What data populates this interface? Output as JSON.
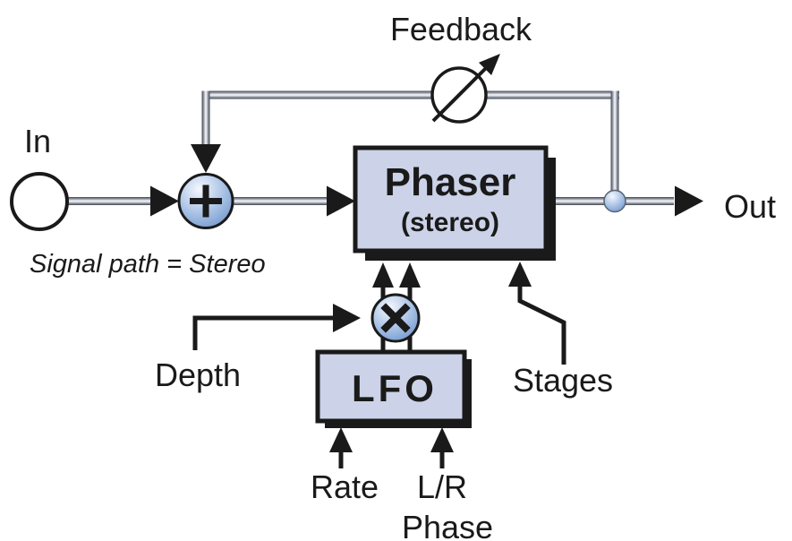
{
  "diagram": {
    "type": "signal-flow",
    "labels": {
      "feedback": "Feedback",
      "input": "In",
      "output": "Out",
      "signal_path_note": "Signal path = Stereo",
      "depth": "Depth",
      "stages": "Stages",
      "rate": "Rate",
      "lr": "L/R",
      "phase": "Phase"
    },
    "blocks": {
      "phaser": {
        "name": "Phaser",
        "mode": "(stereo)"
      },
      "lfo": {
        "name": "LFO"
      }
    },
    "nodes": {
      "sum_symbol": "+",
      "multiply_symbol": "×",
      "feedback_control": "variable-attenuator",
      "output_tap": "junction"
    },
    "colors": {
      "background": "#ffffff",
      "block_fill": "#ccd3e8",
      "ink": "#1a1a1a",
      "sphere_highlight": "#f4f8fd",
      "sphere_mid": "#b5cbe9",
      "sphere_edge": "#6a92cc",
      "pipe_edge": "#3f424a",
      "pipe_mid": "#9aa0ac",
      "pipe_center": "#fbfcfe"
    }
  }
}
